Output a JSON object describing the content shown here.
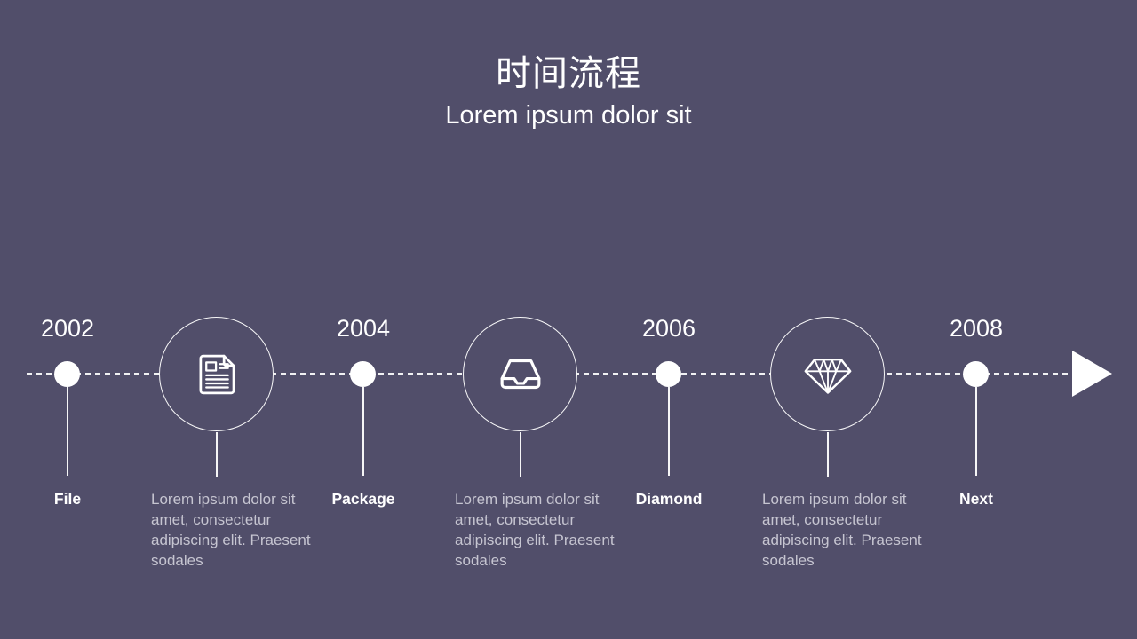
{
  "slide": {
    "title": "时间流程",
    "subtitle": "Lorem ipsum dolor sit",
    "colors": {
      "background": "#514e6a",
      "accent": "#ffffff",
      "muted_text": "#c6c5d1"
    }
  },
  "timeline": {
    "milestones": [
      {
        "year": "2002",
        "label": "File"
      },
      {
        "year": "2004",
        "label": "Package"
      },
      {
        "year": "2006",
        "label": "Diamond"
      },
      {
        "year": "2008",
        "label": "Next"
      }
    ],
    "events": [
      {
        "icon": "document-icon",
        "description": "Lorem ipsum dolor sit amet, consectetur adipiscing elit. Praesent sodales"
      },
      {
        "icon": "inbox-icon",
        "description": "Lorem ipsum dolor sit amet, consectetur adipiscing elit. Praesent sodales"
      },
      {
        "icon": "diamond-icon",
        "description": "Lorem ipsum dolor sit amet, consectetur adipiscing elit. Praesent sodales"
      }
    ],
    "end_marker": "arrow-right-icon"
  }
}
